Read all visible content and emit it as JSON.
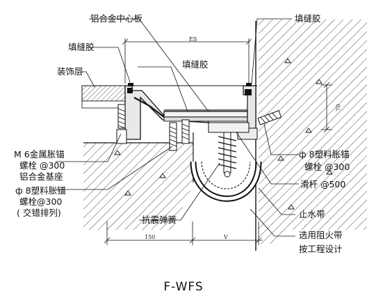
{
  "labels": {
    "center_plate": "铝合金中心板",
    "filler_top_right": "填缝胶",
    "filler_left": "填缝胶",
    "filler_mid": "填缝胶",
    "finish_layer": "装饰层",
    "m6_anchor_line1": "M 6金属胀锚",
    "m6_anchor_line2": "螺栓 @300",
    "m6_anchor_line3": "铝合金基座",
    "left_plastic_anchor_line1": "ф 8塑料胀锚",
    "left_plastic_anchor_line2": "螺栓@300",
    "left_plastic_anchor_line3": "( 交错排列)",
    "right_plastic_anchor_line1": "ф 8塑料胀锚",
    "right_plastic_anchor_line2": "螺栓 @300",
    "slide_bar": "滑杆 @500",
    "anti_seismic_spring": "抗震弹簧",
    "waterstop": "止水带",
    "fire_barrier": "选用阻火带",
    "per_design": "按工程设计"
  },
  "dimensions": {
    "es": "ES",
    "seventy": "70",
    "one_fifty": "150",
    "v": "V"
  },
  "caption": "F-WFS"
}
